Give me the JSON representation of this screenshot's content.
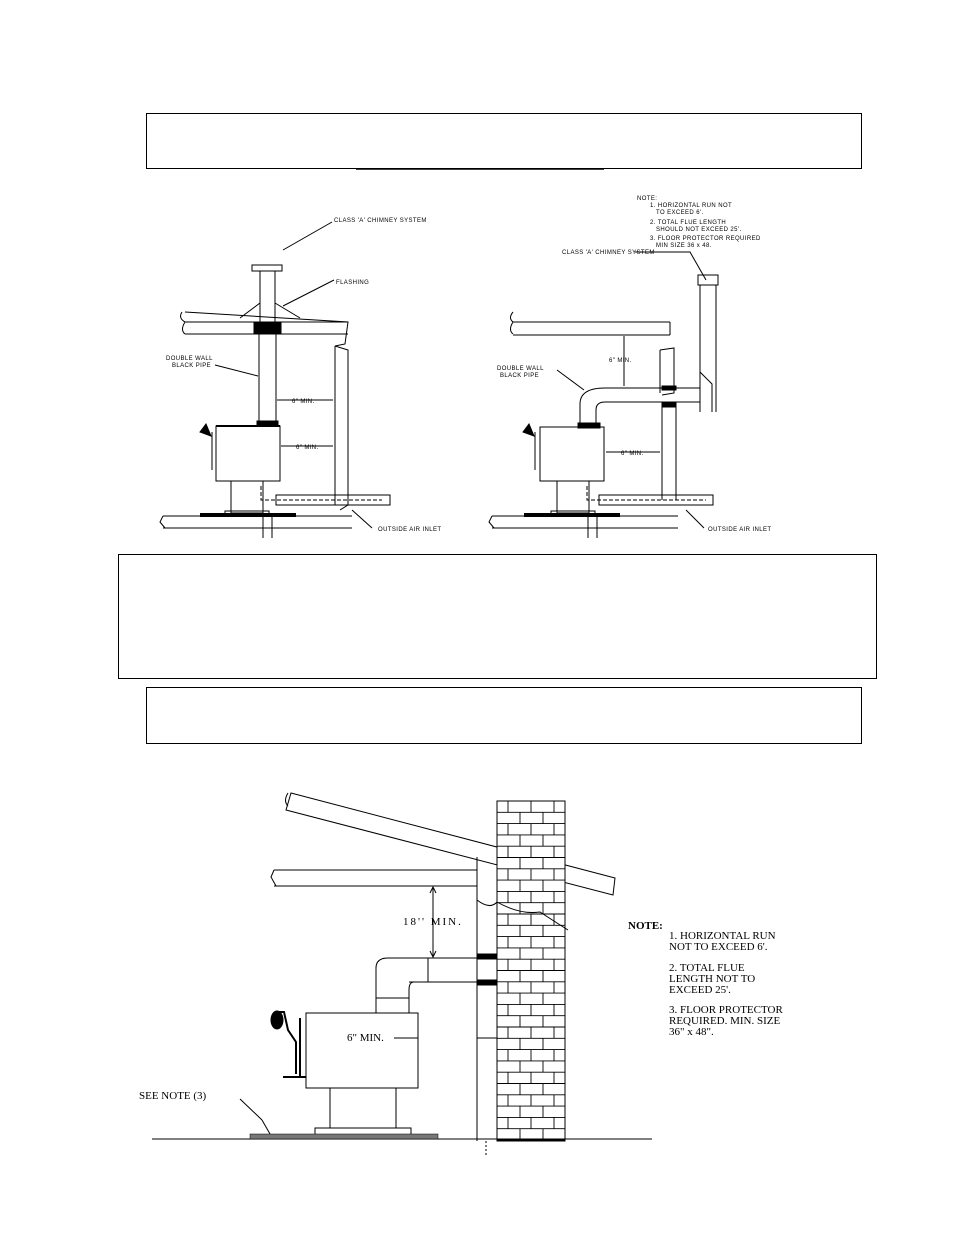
{
  "diagram_a": {
    "class_a_label": "CLASS 'A' CHIMNEY SYSTEM",
    "flashing_label": "FLASHING",
    "pipe_label_line1": "DOUBLE WALL",
    "pipe_label_line2": "BLACK PIPE",
    "clearance_upper": "6\" MIN.",
    "clearance_lower": "6\" MIN.",
    "outside_air_label": "OUTSIDE AIR INLET"
  },
  "diagram_b": {
    "note_heading": "NOTE:",
    "note_1_line1": "1. HORIZONTAL RUN NOT",
    "note_1_line2": "TO EXCEED 6'.",
    "note_2_line1": "2. TOTAL FLUE LENGTH",
    "note_2_line2": "SHOULD NOT EXCEED 25'.",
    "note_3_line1": "3. FLOOR PROTECTOR REQUIRED",
    "note_3_line2": "MIN SIZE 36 x 48.",
    "class_a_label": "CLASS 'A' CHIMNEY SYSTEM",
    "pipe_label_line1": "DOUBLE WALL",
    "pipe_label_line2": "BLACK PIPE",
    "clearance_vertical": "6\" MIN.",
    "clearance_horizontal": "6\" MIN.",
    "outside_air_label": "OUTSIDE AIR INLET"
  },
  "diagram_c": {
    "clearance_top": "18'' MIN.",
    "clearance_side": "6\" MIN.",
    "see_note": "SEE NOTE (3)",
    "note_heading": "NOTE:",
    "note_1_line1": "1. HORIZONTAL RUN",
    "note_1_line2": "NOT TO EXCEED 6'.",
    "note_2_line1": "2. TOTAL FLUE",
    "note_2_line2": "LENGTH NOT TO",
    "note_2_line3": "EXCEED 25'.",
    "note_3_line1": "3. FLOOR PROTECTOR",
    "note_3_line2": "REQUIRED. MIN. SIZE",
    "note_3_line3": "36\" x 48\"."
  }
}
